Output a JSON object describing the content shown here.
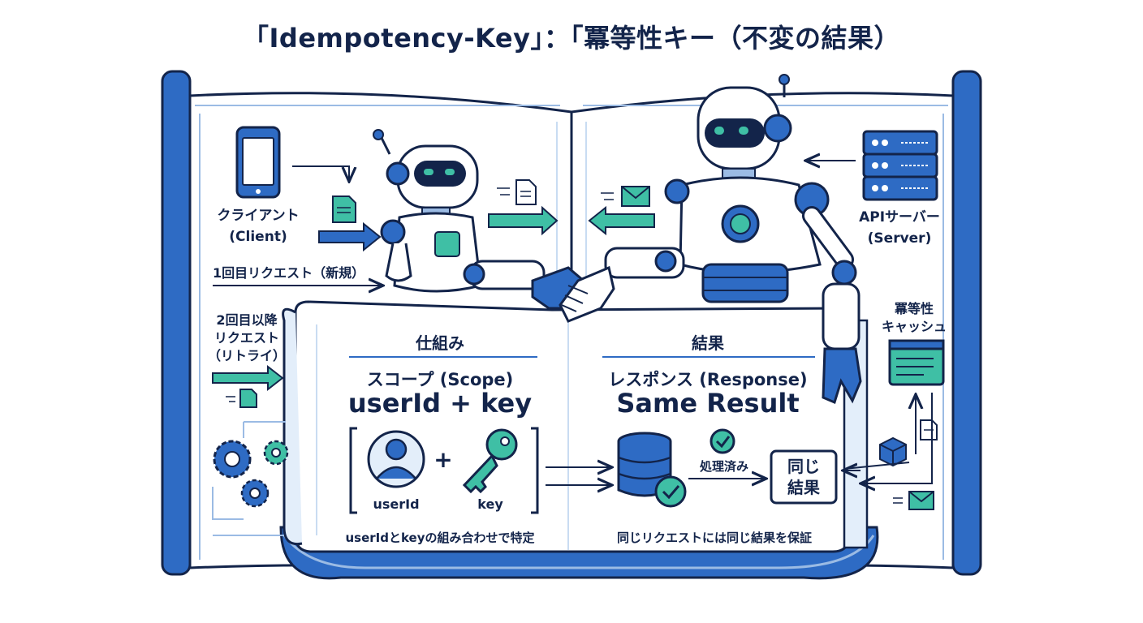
{
  "title": "「Idempotency-Key」：「冪等性キー（不変の結果）",
  "left_side": {
    "client_label": "クライアント",
    "client_label_en": "(Client)",
    "first_request": "1回目リクエスト（新規）",
    "retry_line1": "2回目以降",
    "retry_line2": "リクエスト",
    "retry_line3": "（リトライ）"
  },
  "right_side": {
    "server_label": "APIサーバー",
    "server_label_en": "(Server)",
    "cache_line1": "冪等性",
    "cache_line2": "キャッシュ"
  },
  "left_panel": {
    "heading": "仕組み",
    "scope_label": "スコープ (Scope)",
    "scope_value": "userId + key",
    "plus": "+",
    "user_label": "userId",
    "key_label": "key",
    "caption": "userIdとkeyの組み合わせで特定"
  },
  "right_panel": {
    "heading": "結果",
    "response_label": "レスポンス (Response)",
    "response_value": "Same Result",
    "processed_label": "処理済み",
    "result_line1": "同じ",
    "result_line2": "結果",
    "caption": "同じリクエストには同じ結果を保証"
  },
  "colors": {
    "navy": "#13244a",
    "blue": "#2e6bc4",
    "teal": "#3fbfa5",
    "light_blue": "#e3eefa",
    "white": "#ffffff"
  }
}
